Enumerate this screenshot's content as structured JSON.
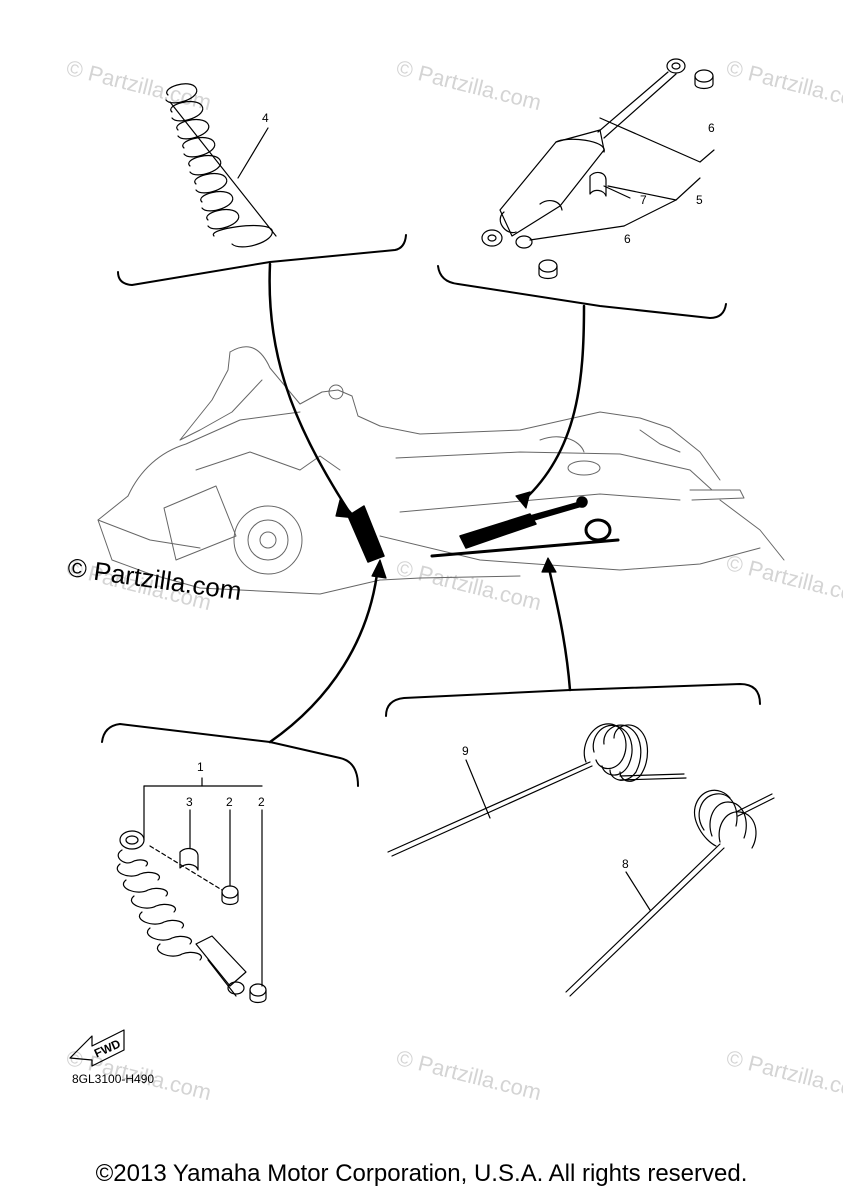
{
  "watermarks": [
    "© Partzilla.com",
    "© Partzilla.com",
    "© Partzilla.com",
    "© Partzilla.com",
    "© Partzilla.com",
    "© Partzilla.com",
    "© Partzilla.com",
    "© Partzilla.com",
    "© Partzilla.com"
  ],
  "watermark_main": "© Partzilla.com",
  "callouts": {
    "c1": "1",
    "c2a": "2",
    "c2b": "2",
    "c3": "3",
    "c4": "4",
    "c5": "5",
    "c6a": "6",
    "c6b": "6",
    "c7": "7",
    "c8": "8",
    "c9": "9"
  },
  "fwd_label": "FWD",
  "diagram_code": "8GL3100-H490",
  "copyright": "©2013 Yamaha Motor Corporation, U.S.A. All rights reserved."
}
